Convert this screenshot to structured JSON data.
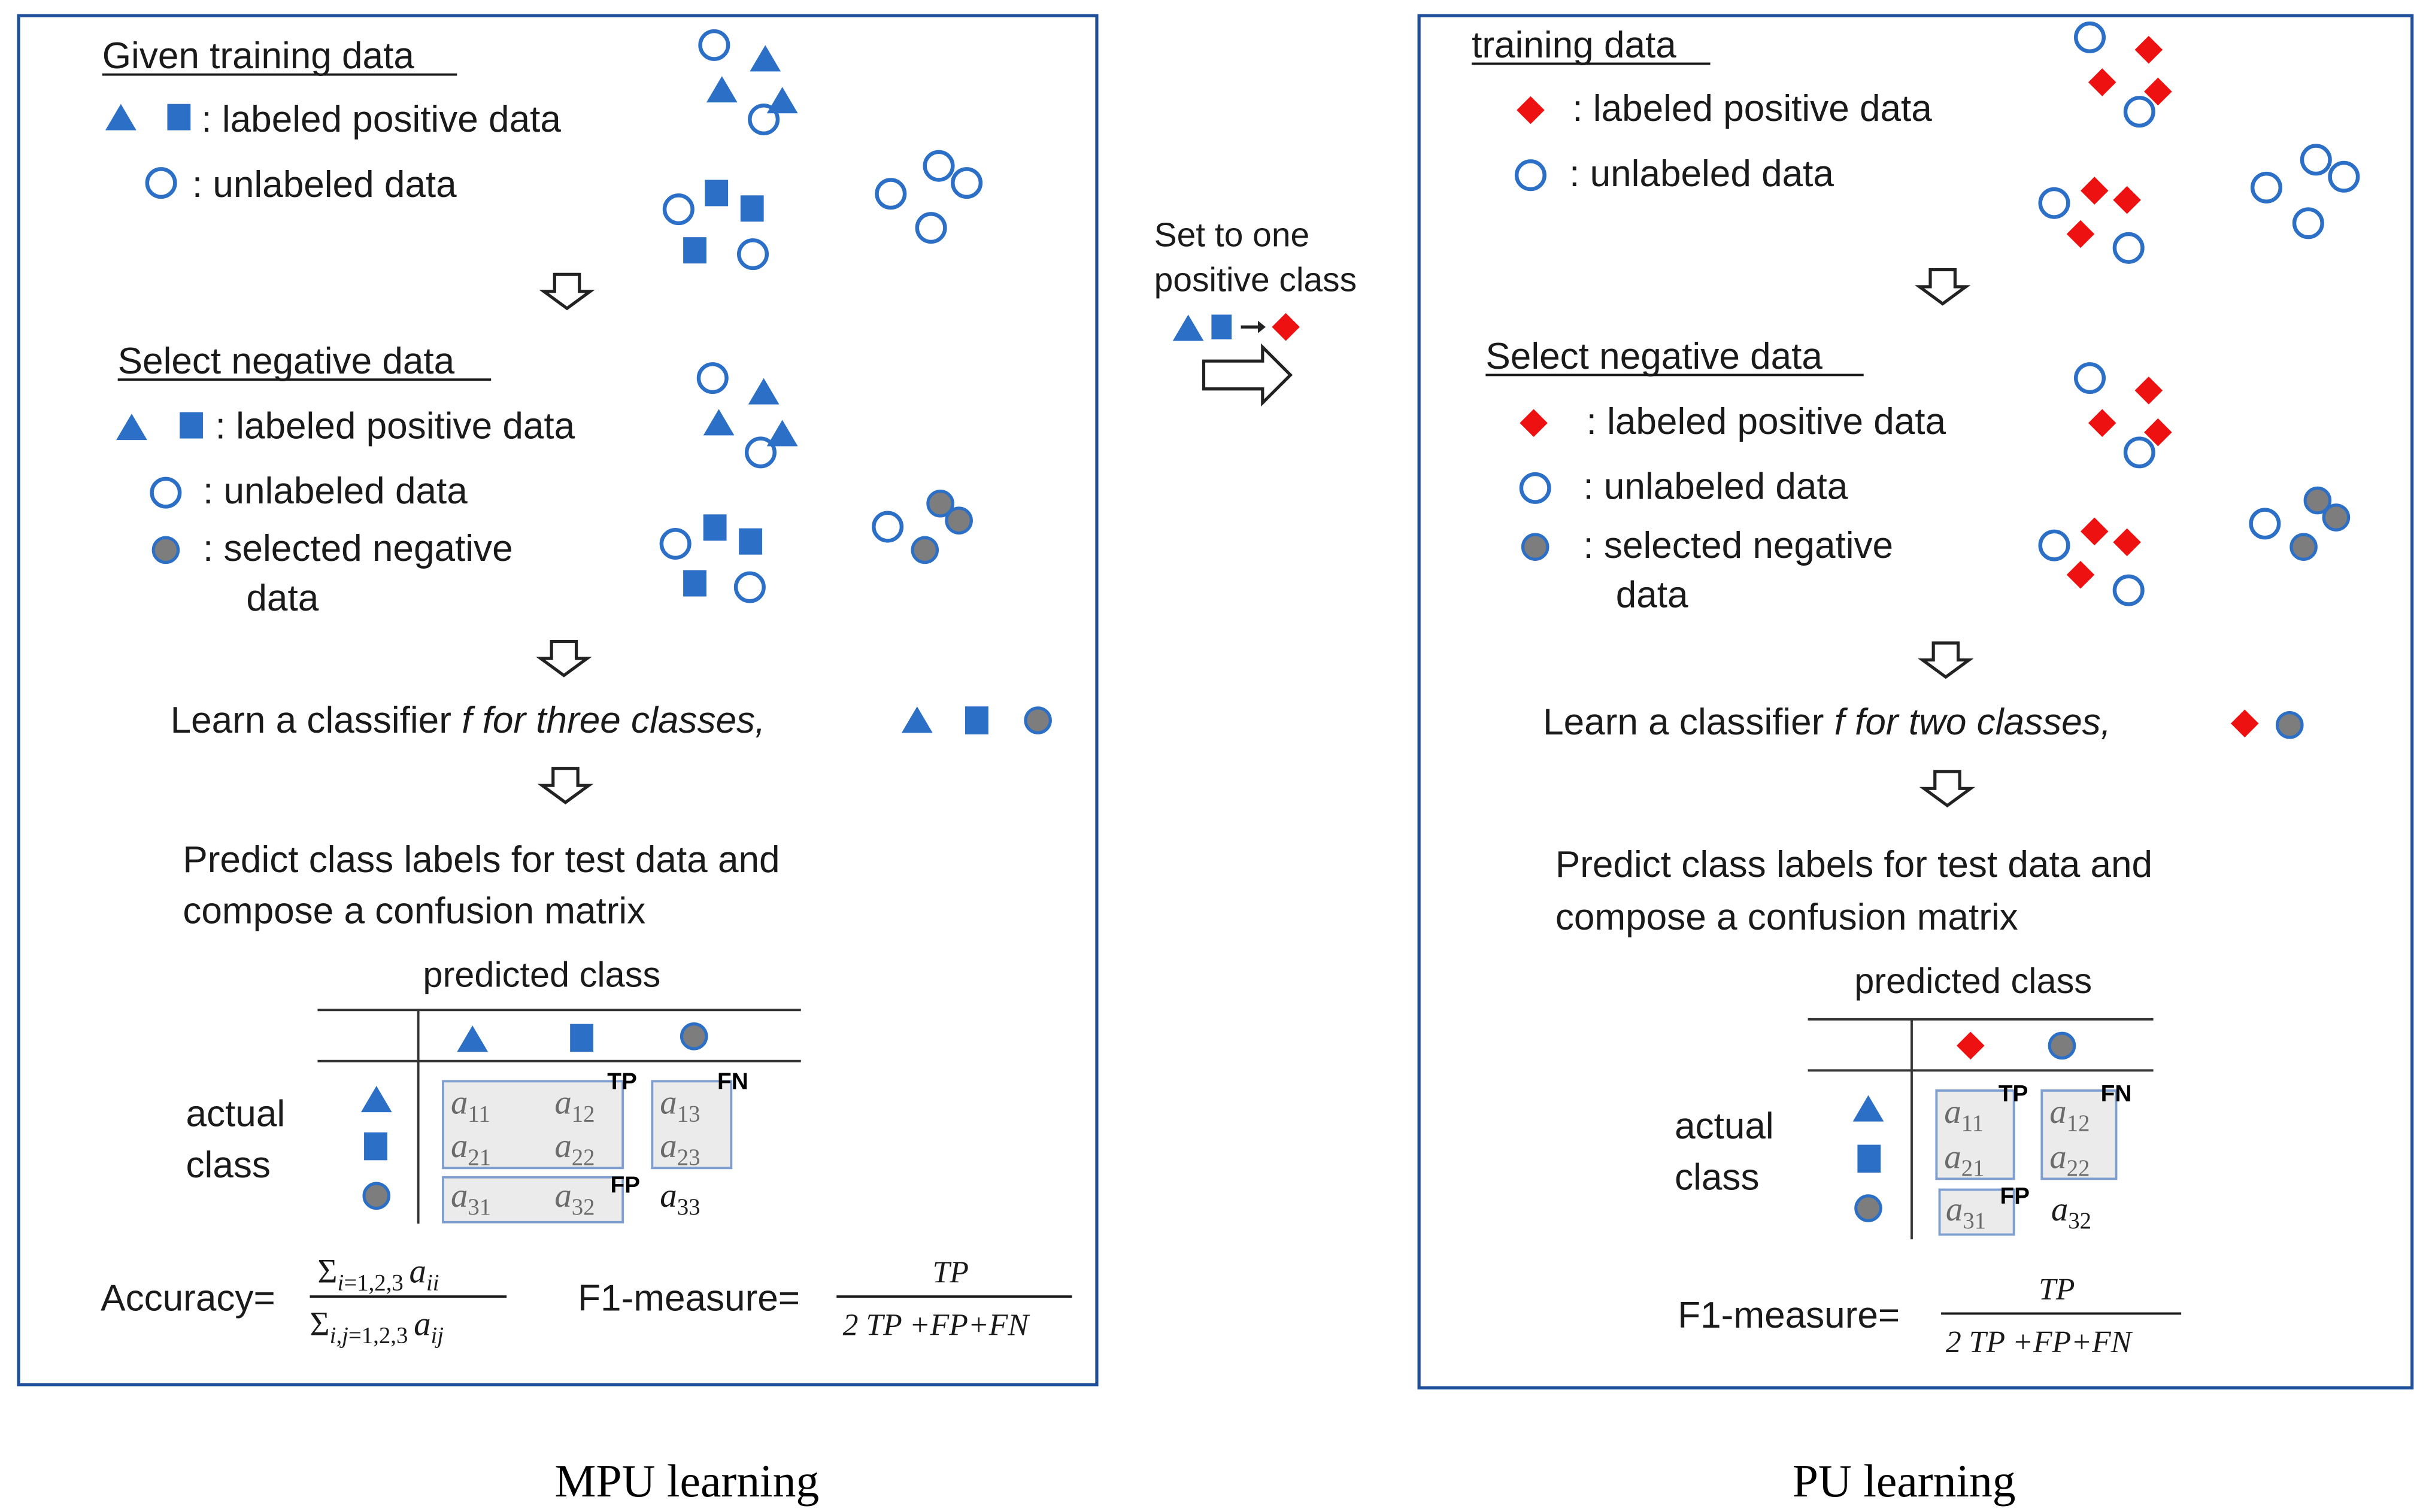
{
  "colors": {
    "blue": "#2c6fc7",
    "red": "#ee1111",
    "gray_fill": "#7d7d7d",
    "frame": "#1f4f9a",
    "cell_box": "#7f9fd0",
    "cell_fill": "#ebebeb"
  },
  "mpu": {
    "caption": "MPU learning",
    "given_title": "Given training data",
    "labeled_positive": ": labeled positive data",
    "unlabeled": ":  unlabeled data",
    "select_title": "Select negative data",
    "labeled_positive2": ": labeled positive data",
    "unlabeled2": ":  unlabeled data",
    "selected_neg_1": ":  selected negative",
    "selected_neg_2": "data",
    "learn_prefix": "Learn a classifier ",
    "learn_italic": "f for three classes,",
    "predict_1": "Predict class labels for test data and",
    "predict_2": "compose a confusion matrix",
    "predicted_class": "predicted class",
    "actual_1": "actual",
    "actual_2": "class",
    "tp": "TP",
    "fn": "FN",
    "fp": "FP",
    "cells": [
      "a11",
      "a12",
      "a13",
      "a21",
      "a22",
      "a23",
      "a31",
      "a32",
      "a33"
    ],
    "accuracy_label": "Accuracy=",
    "acc_num": "Σi=1,2,3 aii",
    "acc_den": "Σi,j=1,2,3 aij",
    "f1_label": "F1-measure=",
    "f1_num": "TP",
    "f1_den": "2 TP +FP+FN"
  },
  "middle": {
    "line1": "Set to one",
    "line2": "positive class"
  },
  "pu": {
    "caption": "PU learning",
    "training_title": "training data",
    "labeled_positive": ": labeled positive data",
    "unlabeled": ":  unlabeled data",
    "select_title": "Select negative data",
    "labeled_positive2": ": labeled positive data",
    "unlabeled2": ":  unlabeled data",
    "selected_neg_1": ":  selected negative",
    "selected_neg_2": "data",
    "learn_prefix": "Learn a classifier ",
    "learn_italic": "f for two classes,",
    "predict_1": "Predict class labels for test data and",
    "predict_2": "compose a confusion matrix",
    "predicted_class": "predicted class",
    "actual_1": "actual",
    "actual_2": "class",
    "tp": "TP",
    "fn": "FN",
    "fp": "FP",
    "cells": [
      "a11",
      "a12",
      "a21",
      "a22",
      "a31",
      "a32"
    ],
    "f1_label": "F1-measure=",
    "f1_num": "TP",
    "f1_den": "2 TP +FP+FN"
  }
}
